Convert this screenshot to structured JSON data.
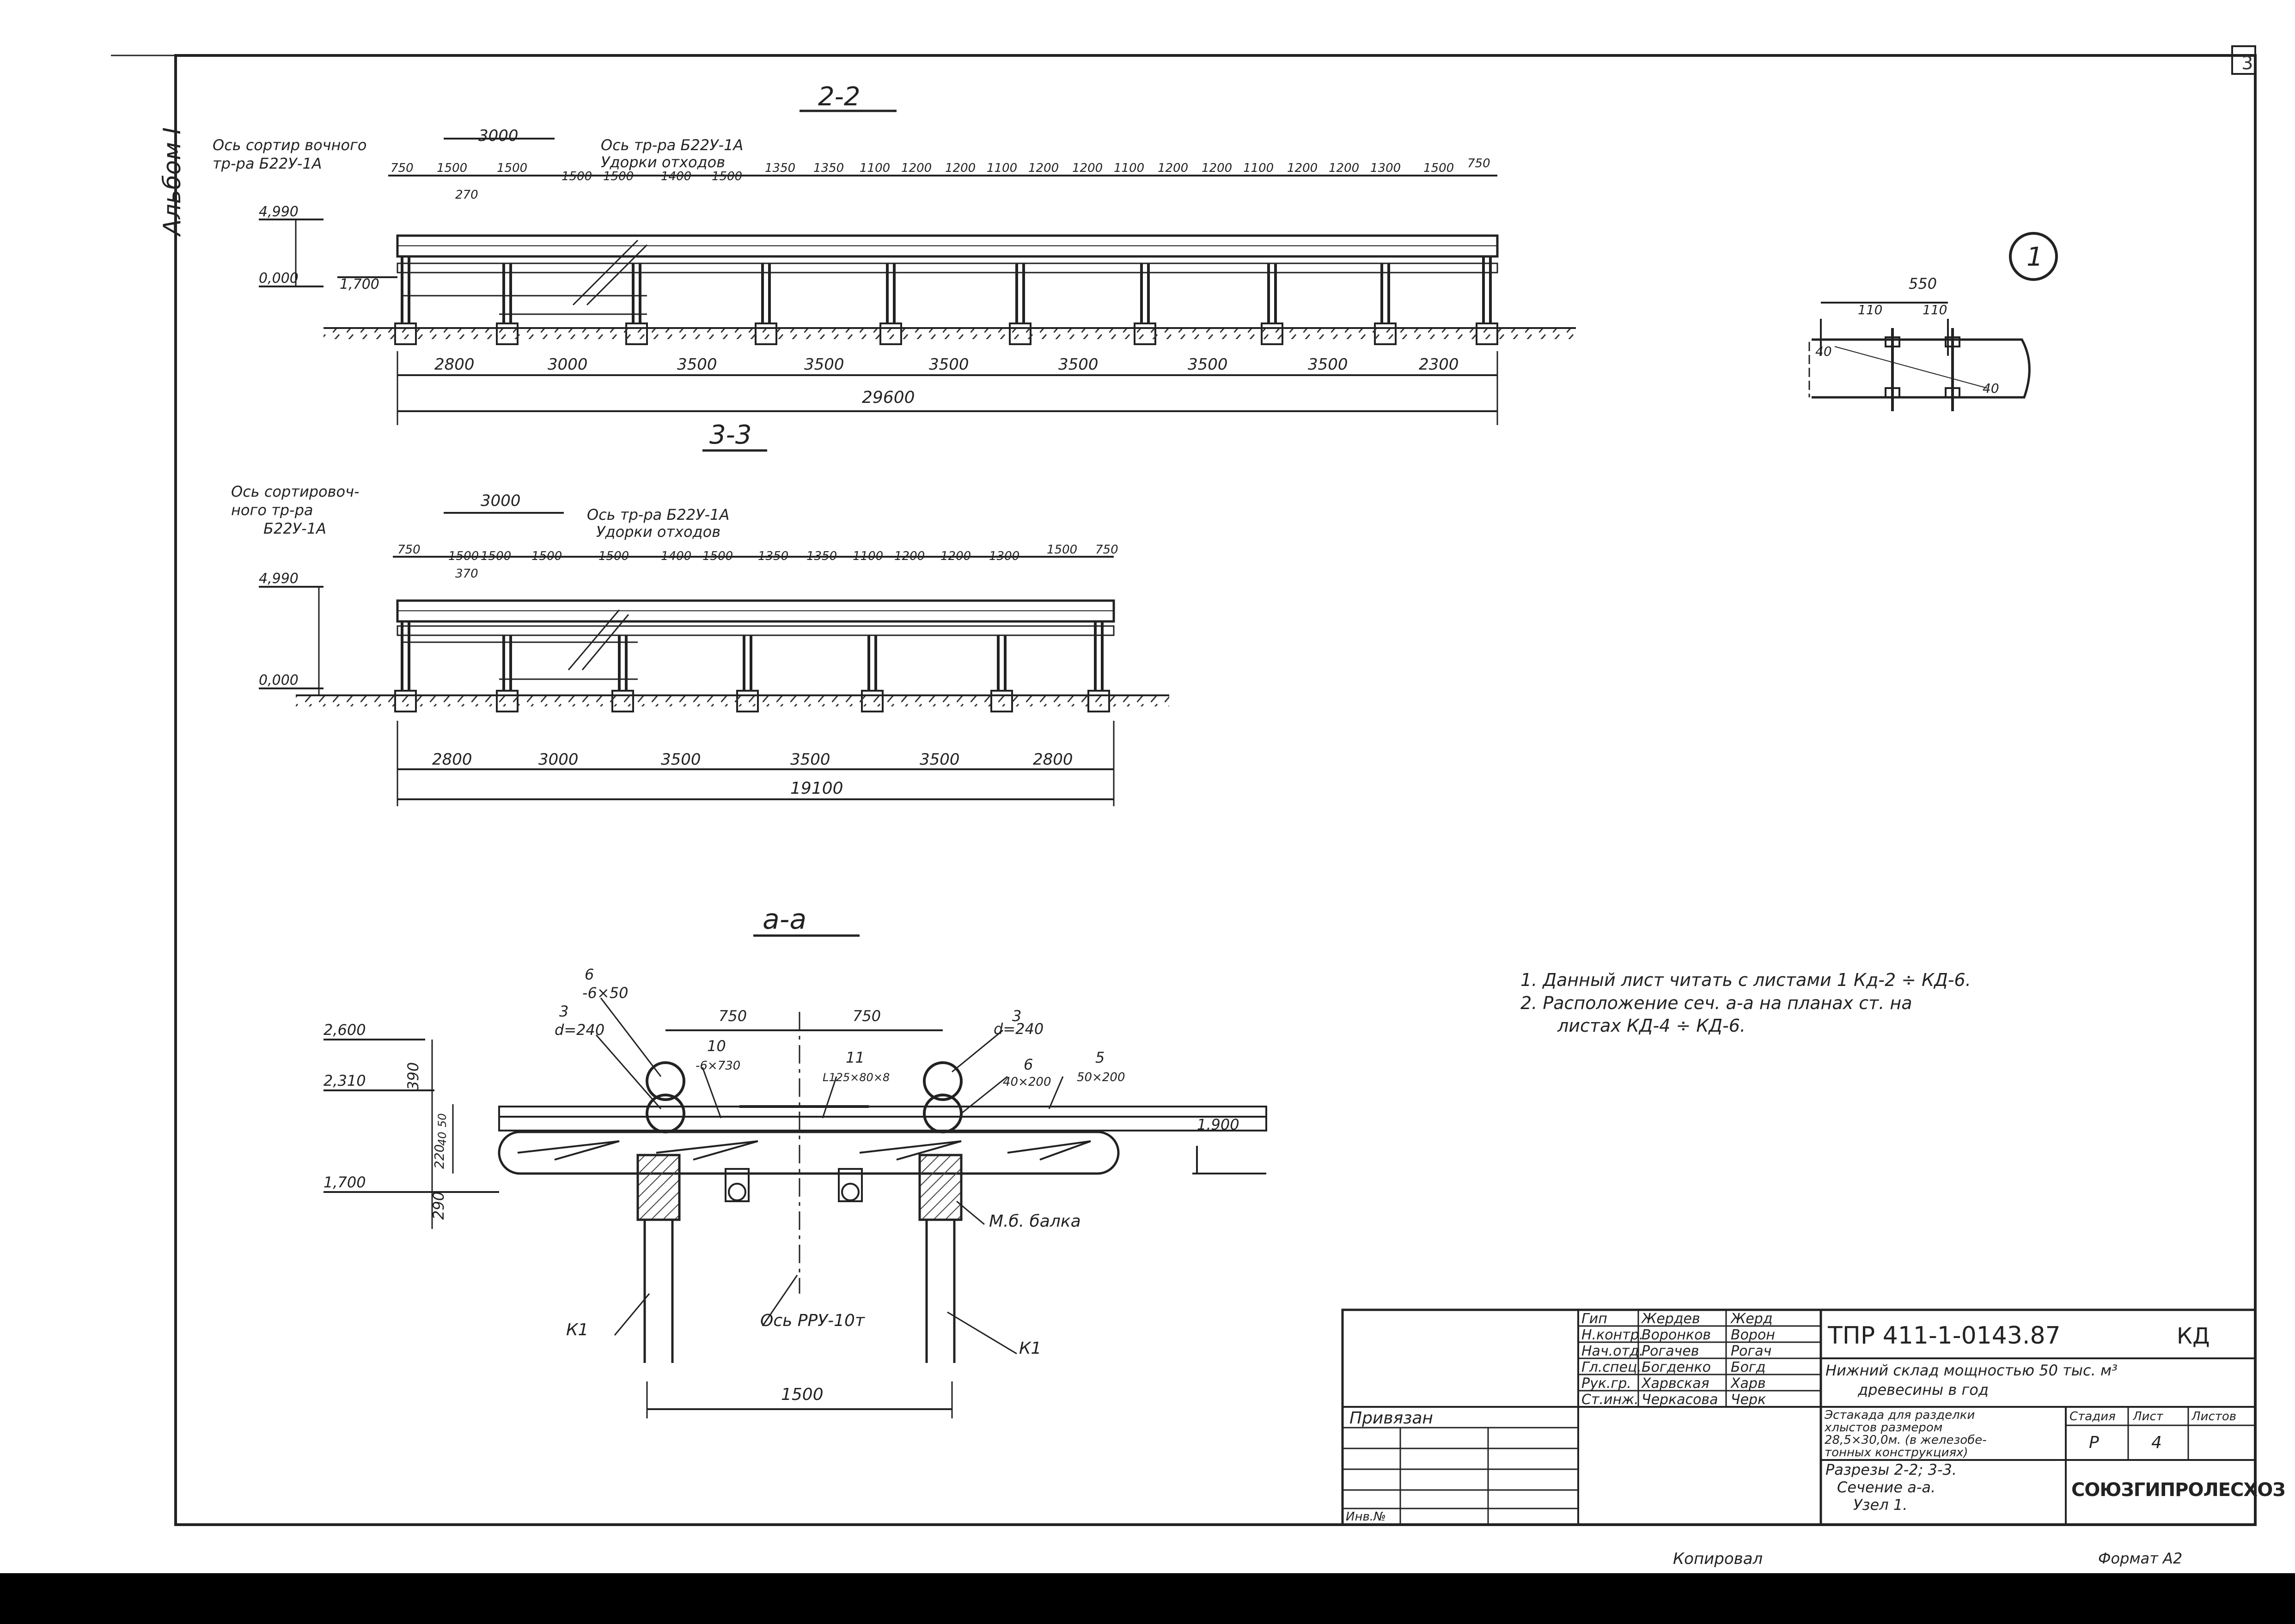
{
  "album_label": "Альбом I",
  "sheet_corner": "3",
  "section_22": {
    "title": "2-2",
    "callout_left": [
      "Ось сортир вочного",
      "тр-ра Б22У-1А"
    ],
    "callout_right": [
      "Ось тр-ра Б22У-1А",
      "Удорки отходов"
    ],
    "dim_top": "3000",
    "spans_top": [
      "750",
      "1500",
      "1500",
      "1500",
      "1500",
      "1400",
      "1500",
      "1350",
      "1350",
      "1100",
      "1200",
      "1200",
      "1100",
      "1200",
      "1200",
      "1100",
      "1200",
      "1200",
      "1100",
      "1200",
      "1200",
      "1300",
      "1500",
      "750"
    ],
    "dim_270": "270",
    "elevations": [
      "4,990",
      "0,000",
      "1,700"
    ],
    "spans_bottom": [
      "2800",
      "3000",
      "3500",
      "3500",
      "3500",
      "3500",
      "3500",
      "3500",
      "2300"
    ],
    "total": "29600"
  },
  "section_33": {
    "title": "3-3",
    "callout_left": [
      "Ось сортировоч-",
      "ного тр-ра",
      "Б22У-1А"
    ],
    "callout_right": [
      "Ось тр-ра Б22У-1А",
      "Удорки отходов"
    ],
    "dim_top": "3000",
    "spans_top": [
      "750",
      "1500",
      "1500",
      "1500",
      "1500",
      "1400",
      "1500",
      "1350",
      "1350",
      "1100",
      "1200",
      "1200",
      "1300",
      "1500",
      "750"
    ],
    "dim_370": "370",
    "elevations": [
      "4,990",
      "0,000"
    ],
    "spans_bottom": [
      "2800",
      "3000",
      "3500",
      "3500",
      "3500",
      "2800"
    ],
    "total": "19100"
  },
  "section_aa": {
    "title": "а-а",
    "elevations": [
      "2,600",
      "2,310",
      "1,700",
      "1,900"
    ],
    "dims_top": [
      "750",
      "750"
    ],
    "vertical_dims": [
      "390",
      "50",
      "40",
      "220",
      "290"
    ],
    "labels": {
      "p6": "6",
      "p6_spec": "-6×50",
      "p3": "3",
      "p3_d": "d=240",
      "p10": "10",
      "p10_spec": "-6×730",
      "p11": "11",
      "p11_spec": "L125×80×8",
      "p3r": "3",
      "p3r_d": "d=240",
      "p6r": "6",
      "p6r_spec": "40×200",
      "p5": "5",
      "p5_spec": "50×200",
      "beam": "М.б. балка",
      "k1_left": "К1",
      "k1_right": "К1",
      "axis": "Ось РРУ-10т"
    },
    "dim_bottom": "1500"
  },
  "node_1": {
    "number": "1",
    "dim_total": "550",
    "dim_a": "110",
    "dim_b": "110",
    "dim_c": "40",
    "dim_d": "40"
  },
  "notes": [
    "1. Данный лист читать с листами 1 Кд-2 ÷ КД-6.",
    "2. Расположение сеч. а-а на планах ст. на",
    "листах КД-4 ÷ КД-6."
  ],
  "title_block": {
    "staff": [
      {
        "role": "Гип",
        "name": "Жердев"
      },
      {
        "role": "Н.контр.",
        "name": "Воронков"
      },
      {
        "role": "Нач.отд.",
        "name": "Рогачев"
      },
      {
        "role": "Гл.спец.",
        "name": "Богденко"
      },
      {
        "role": "Рук.гр.",
        "name": "Харвская"
      },
      {
        "role": "Ст.инж.",
        "name": "Черкасова"
      }
    ],
    "signatures": [
      "Жерд",
      "Ворон",
      "Рогач",
      "Богд",
      "Харв",
      "Черк"
    ],
    "project_code": "ТПР 411-1-0143.87",
    "mark": "КД",
    "project_name": [
      "Нижний склад мощностью 50 тыс. м³",
      "древесины в год"
    ],
    "object_name": [
      "Эстакада для разделки",
      "хлыстов размером",
      "28,5×30,0м. (в железобе-",
      "тонных конструкциях)"
    ],
    "stage_header": "Стадия",
    "sheet_header": "Лист",
    "sheets_header": "Листов",
    "stage": "Р",
    "sheet": "4",
    "drawing_name": [
      "Разрезы 2-2; 3-3.",
      "Сечение а-а.",
      "Узел 1."
    ],
    "org": "СОЮЗГИПРОЛЕСХОЗ",
    "binding": "Привязан",
    "inv": "Инв.№"
  },
  "copied_by": "Копировал",
  "format": "Формат А2"
}
